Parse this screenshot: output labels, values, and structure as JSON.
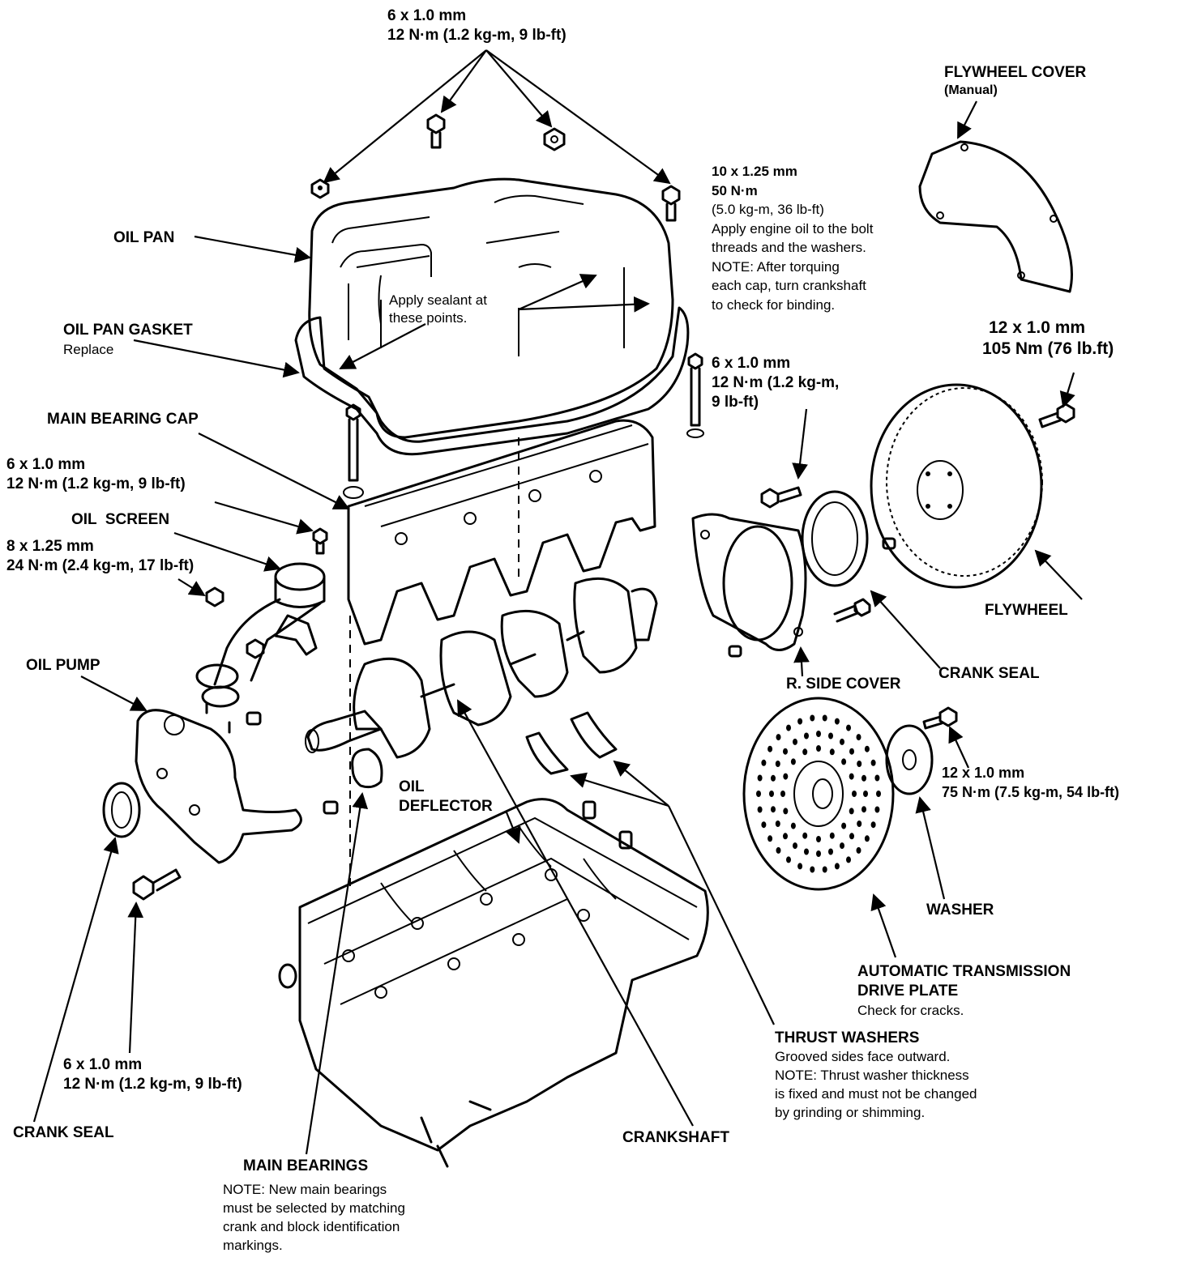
{
  "labels": {
    "top_bolt": {
      "size": "6 x 1.0 mm",
      "torque": "12 N·m (1.2 kg-m, 9 lb-ft)"
    },
    "flywheel_cover": {
      "title": "FLYWHEEL COVER",
      "note": "(Manual)"
    },
    "cap_bolt": {
      "size": "10 x 1.25 mm",
      "torque": "50 N·m",
      "torque_alt": "(5.0 kg-m, 36 lb-ft)",
      "note_lines": [
        "Apply engine oil to the bolt",
        "threads and the washers.",
        "NOTE: After torquing",
        "each cap, turn crankshaft",
        "to check for binding."
      ]
    },
    "oil_pan": "OIL PAN",
    "sealant": [
      "Apply sealant at",
      "these points."
    ],
    "oil_pan_gasket": {
      "title": "OIL PAN GASKET",
      "note": "Replace"
    },
    "flywheel_bolt": {
      "size": "12 x 1.0 mm",
      "torque": "105 Nm (76 lb.ft)"
    },
    "side_bolt": {
      "size": "6 x 1.0 mm",
      "torque": "12 N·m (1.2 kg-m,",
      "torque_cont": "9 lb-ft)"
    },
    "main_bearing_cap": "MAIN BEARING CAP",
    "screen_bolt": {
      "size": "6 x 1.0 mm",
      "torque": "12 N·m (1.2 kg-m, 9 lb-ft)"
    },
    "oil_screen": "OIL  SCREEN",
    "pump_nut": {
      "size": "8 x 1.25 mm",
      "torque": "24 N·m (2.4 kg-m, 17 lb-ft)"
    },
    "flywheel": "FLYWHEEL",
    "oil_pump": "OIL PUMP",
    "crank_seal_right": "CRANK SEAL",
    "r_side_cover": "R. SIDE COVER",
    "drive_plate_bolt": {
      "size": "12 x 1.0 mm",
      "torque": "75 N·m (7.5 kg-m, 54 lb-ft)"
    },
    "oil_deflector": [
      "OIL",
      "DEFLECTOR"
    ],
    "washer": "WASHER",
    "drive_plate": {
      "title": [
        "AUTOMATIC TRANSMISSION",
        "DRIVE PLATE"
      ],
      "note": "Check for cracks."
    },
    "thrust_washers": {
      "title": "THRUST WASHERS",
      "note_lines": [
        "Grooved sides face outward.",
        "NOTE: Thrust washer thickness",
        "is fixed and must not be changed",
        "by grinding or shimming."
      ]
    },
    "pump_bolt": {
      "size": "6 x 1.0 mm",
      "torque": "12 N·m (1.2 kg-m, 9 lb-ft)"
    },
    "crank_seal_left": "CRANK SEAL",
    "crankshaft": "CRANKSHAFT",
    "main_bearings": {
      "title": "MAIN BEARINGS",
      "note_lines": [
        "NOTE: New main bearings",
        "must be selected by matching",
        "crank and block identification",
        "markings."
      ]
    }
  }
}
